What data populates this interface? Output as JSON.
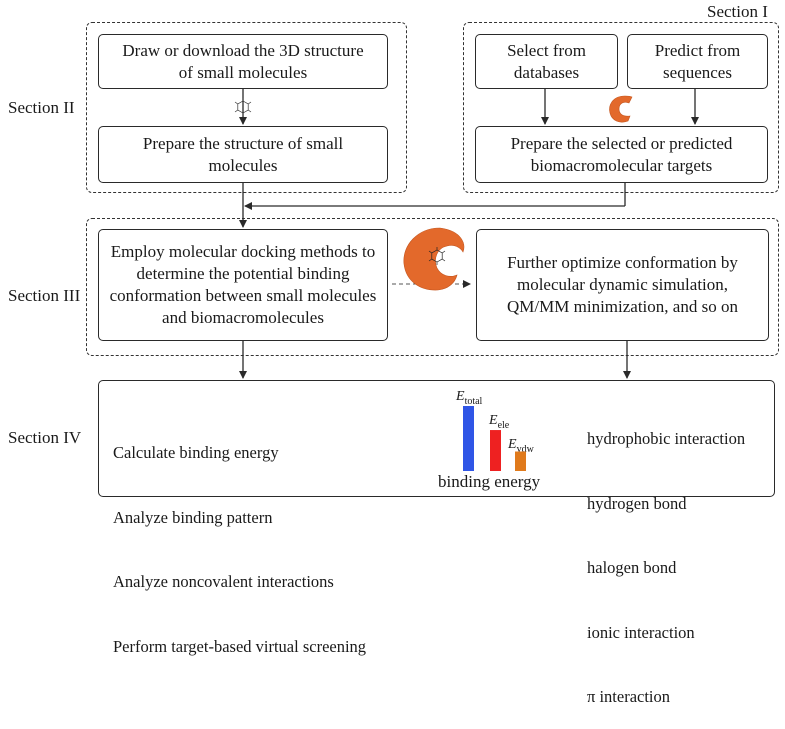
{
  "sections": {
    "s1": "Section I",
    "s2": "Section II",
    "s3": "Section III",
    "s4": "Section IV"
  },
  "boxes": {
    "draw": "Draw or download the 3D structure of small molecules",
    "prepare_small": "Prepare the  structure of small molecules",
    "select_db": "Select from databases",
    "predict_seq": "Predict from sequences",
    "prepare_targets": "Prepare the selected or predicted biomacromolecular targets",
    "docking": "Employ molecular docking methods to determine the potential binding conformation between small molecules  and biomacromolecules",
    "optimize": "Further optimize conformation by molecular dynamic simulation, QM/MM minimization, and so on"
  },
  "analysis": {
    "left": [
      "Calculate binding energy",
      "Analyze binding pattern",
      "Analyze noncovalent interactions",
      "Perform target-based virtual screening"
    ],
    "right": [
      "hydrophobic interaction",
      "hydrogen bond",
      "halogen bond",
      "ionic interaction",
      "π interaction"
    ]
  },
  "chart_data": {
    "type": "bar",
    "categories": [
      "E_total",
      "E_ele",
      "E_vdw"
    ],
    "values": [
      1.0,
      0.63,
      0.3
    ],
    "colors": [
      "#2f55e6",
      "#ee2121",
      "#e07a1c"
    ],
    "xlabel": "binding energy",
    "labels": {
      "total": {
        "sym": "E",
        "sub": "total"
      },
      "ele": {
        "sym": "E",
        "sub": "ele"
      },
      "vdw": {
        "sym": "E",
        "sub": "vdw"
      }
    }
  },
  "colors": {
    "protein": "#e3692b",
    "line": "#2a2a2a"
  },
  "icons": [
    "molecule-icon",
    "protein-icon",
    "protein-ligand-complex-icon"
  ]
}
